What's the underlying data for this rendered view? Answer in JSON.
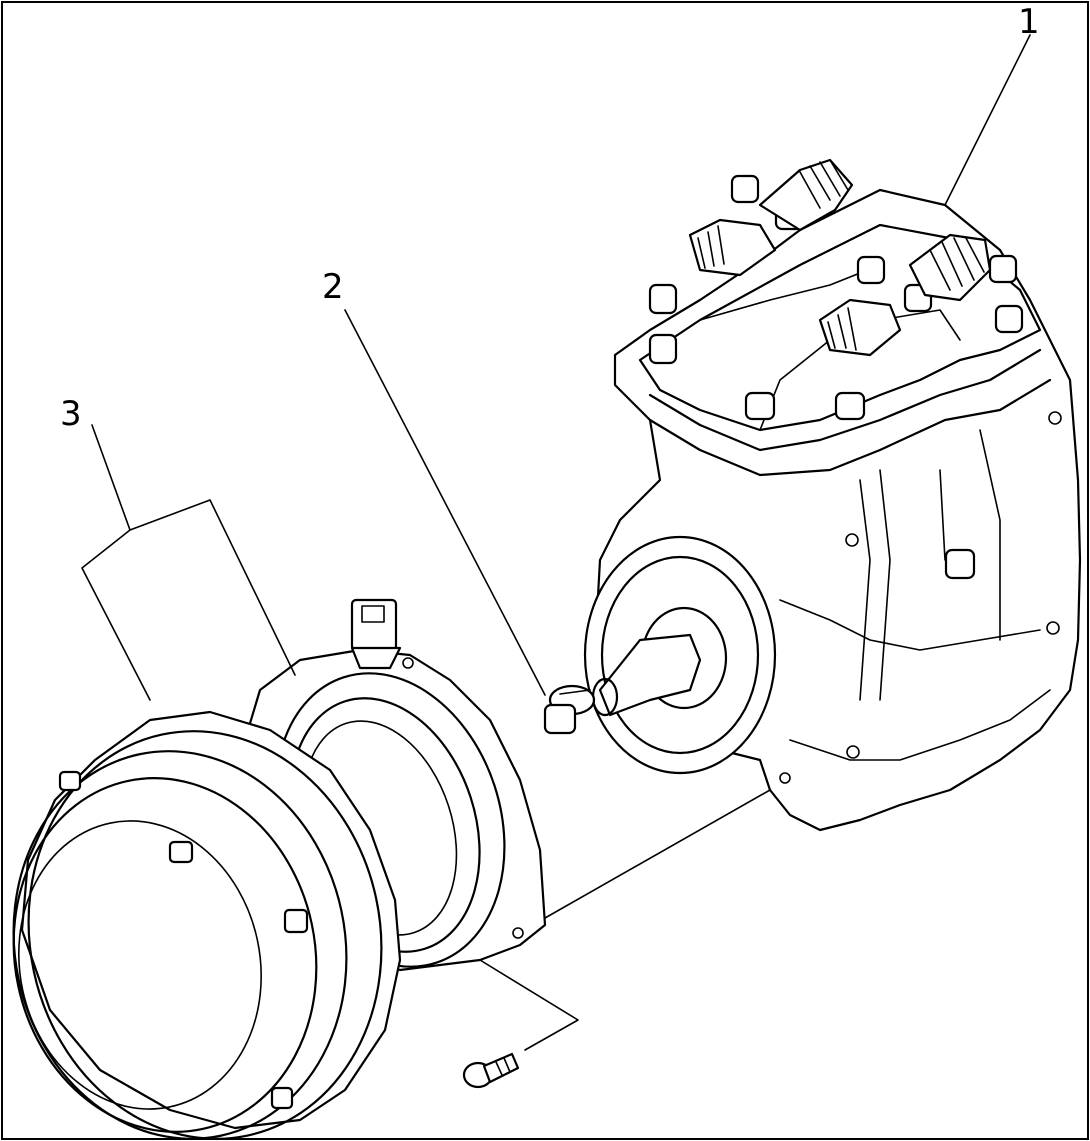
{
  "callouts": {
    "compressor": "1",
    "shaft_key": "2",
    "clutch_assembly": "3"
  },
  "colors": {
    "ink": "#000000",
    "paper": "#ffffff"
  }
}
